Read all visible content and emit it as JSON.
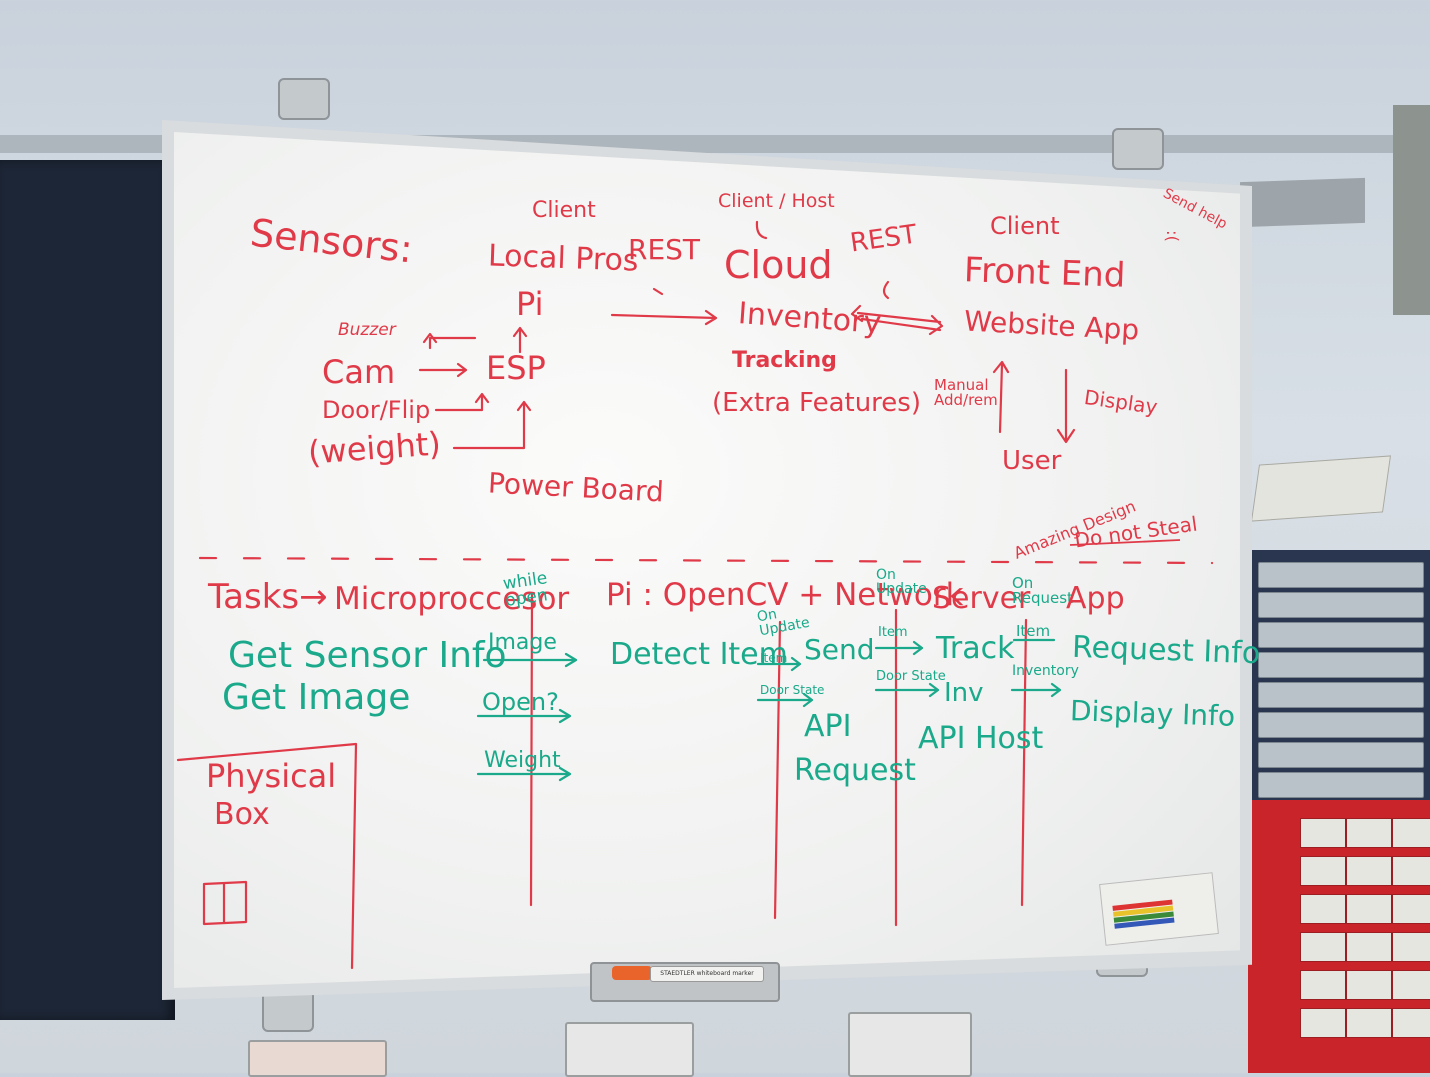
{
  "board": {
    "top": {
      "sensors": "Sensors:",
      "buzzer": "Buzzer",
      "cam": "Cam",
      "door_flip": "Door/Flip",
      "weight": "(weight)",
      "esp": "ESP",
      "pi": "Pi",
      "client_1": "Client",
      "local_pros": "Local Pros",
      "rest_1": "REST",
      "client_host": "Client / Host",
      "cloud": "Cloud",
      "rest_2": "REST",
      "client_2": "Client",
      "front_end": "Front End",
      "inventory": "Inventory",
      "tracking": "Tracking",
      "extra_features": "(Extra Features)",
      "website_app": "Website App",
      "manual_add_rem": "Manual Add/rem",
      "display": "Display",
      "user": "User",
      "power_board": "Power Board",
      "send_help": "Send help",
      "send_help_face": ":("
    },
    "middle": {
      "amazing_design": "Amazing Design",
      "do_not_steal": "Do not Steal"
    },
    "bottom": {
      "tasks": "Tasks→",
      "microprocessor": "Microproccesor",
      "while_open": "while open",
      "pi_opencv": "Pi : OpenCV + Network",
      "on_update_1": "On Update",
      "server": "Server",
      "on_request": "On Request",
      "app": "App",
      "get_sensor_info": "Get Sensor Info",
      "get_image": "Get Image",
      "image": "Image",
      "open_q": "Open?",
      "weight_arrow": "Weight",
      "detect_item": "Detect Item",
      "on_update_2": "On Update",
      "item_1": "Item",
      "door_state_1": "Door State",
      "send": "Send",
      "api_request_1": "API",
      "api_request_2": "Request",
      "item_2": "Item",
      "door_state_2": "Door State",
      "track": "Track",
      "inv": "Inv",
      "api_host": "API Host",
      "item_3": "Item",
      "inventory_small": "Inventory",
      "request_info": "Request Info",
      "display_info": "Display Info",
      "physical": "Physical",
      "box": "Box"
    },
    "marker_label": "STAEDTLER whiteboard marker"
  },
  "colors": {
    "red_marker": "#e03a49",
    "green_marker": "#1aa98a"
  }
}
